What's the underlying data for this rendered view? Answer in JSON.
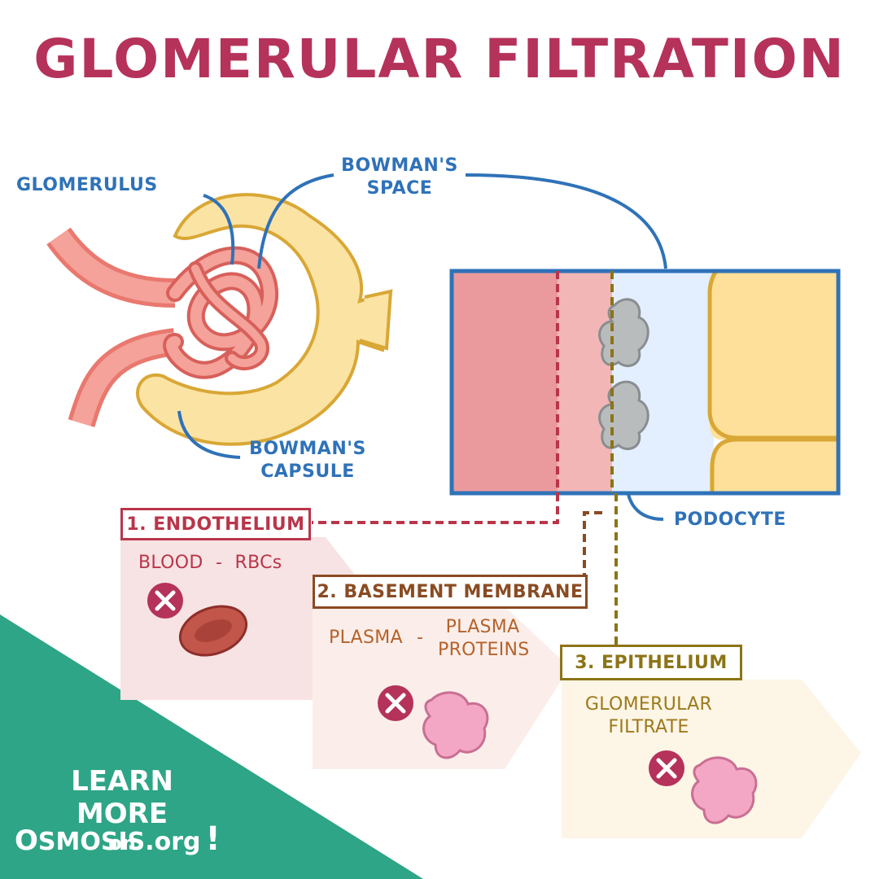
{
  "title": "GLOMERULAR FILTRATION",
  "labels": {
    "glomerulus": "GLOMERULUS",
    "bowmans_space_1": "BOWMAN'S",
    "bowmans_space_2": "SPACE",
    "bowmans_capsule_1": "BOWMAN'S",
    "bowmans_capsule_2": "CAPSULE",
    "podocyte": "PODOCYTE"
  },
  "steps": [
    {
      "title": "1. ENDOTHELIUM",
      "left": "BLOOD",
      "dash": "-",
      "right": "RBCs",
      "color": "#b9354a"
    },
    {
      "title": "2. BASEMENT MEMBRANE",
      "left": "PLASMA",
      "dash": "-",
      "right_1": "PLASMA",
      "right_2": "PROTEINS",
      "color": "#8a4b22"
    },
    {
      "title": "3. EPITHELIUM",
      "line_1": "GLOMERULAR",
      "line_2": "FILTRATE",
      "color": "#8c7417"
    }
  ],
  "cta": {
    "line_1": "LEARN MORE",
    "line_2": "on",
    "brand_o": "O",
    "brand": "SMOSIS.org",
    "bang": "!"
  },
  "colors": {
    "title": "#b5325a",
    "label_blue": "#2f72b8",
    "cta_green": "#2ea586"
  }
}
